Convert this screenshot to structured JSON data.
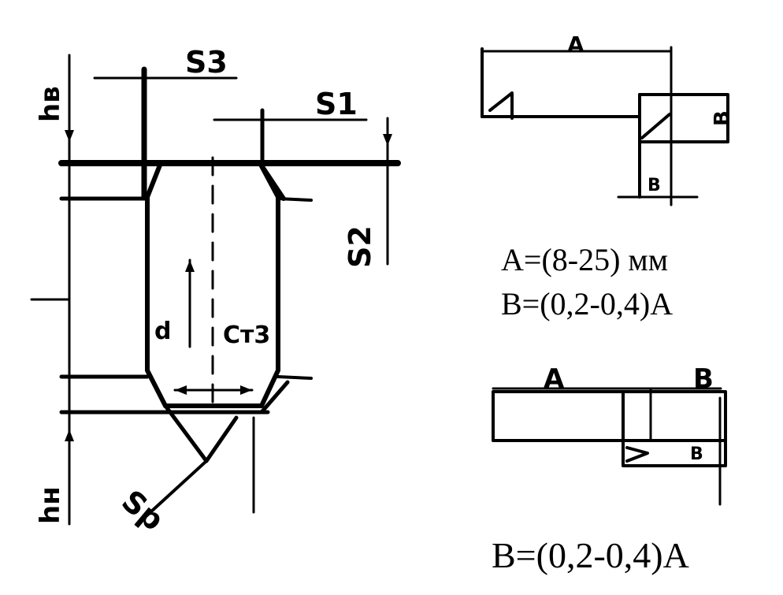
{
  "left_figure": {
    "labels": {
      "s3": "S3",
      "s1": "S1",
      "s2": "S2",
      "sp": "Sp",
      "hv": "hв",
      "hn": "hн",
      "d": "d",
      "st": "Ст3"
    }
  },
  "right_top_figure": {
    "dim_a": "A",
    "dim_b": "B",
    "dim_b2": "B"
  },
  "right_bottom_figure": {
    "dim_a": "A",
    "dim_b": "B",
    "dim_b2": "B"
  },
  "captions": {
    "a_range": "A=(8-25) мм",
    "b_range_top": "B=(0,2-0,4)A",
    "b_range_bottom": "B=(0,2-0,4)A"
  },
  "colors": {
    "ink": "#000000",
    "paper": "#ffffff"
  }
}
